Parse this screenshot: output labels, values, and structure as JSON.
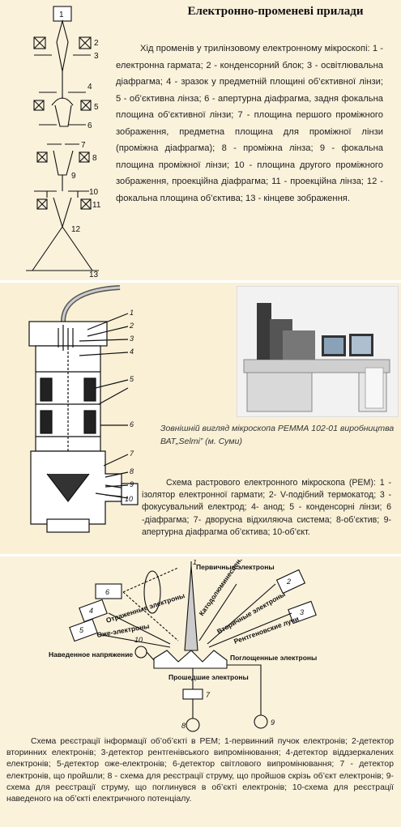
{
  "title": "Електронно-променеві прилади",
  "section1": {
    "text": "Хід променів у трилінзовому електронному мікроскопі: 1 - електронна гармата; 2 - конденсорний блок; 3 - освітлювальна діафрагма; 4 - зразок у предметній площині об’єктивної лінзи; 5 - об’єктивна лінза; 6 - апертурна діафрагма, задня фокальна площина об’єктивної лінзи; 7 - площина першого проміжного зображення, предметна площина для проміжної лінзи (проміжна діафрагма); 8 - проміжна лінза; 9 - фокальна площина проміжної лінзи; 10 - площина другого проміжного зображення, проекційна діафрагма; 11 - проекційна лінза; 12 - фокальна площина об’єктива; 13 - кінцеве зображення.",
    "labels": [
      "1",
      "2",
      "3",
      "4",
      "5",
      "6",
      "7",
      "8",
      "9",
      "10",
      "11",
      "12",
      "13"
    ]
  },
  "section2": {
    "caption": "Зовнішній вигляд мікроскопа РЕММА 102-01 виробництва ВАТ„Selmi” (м. Суми)",
    "text": "Схема растрового електронного мікроскопа (РЕМ): 1 - ізолятор електронної гармати; 2- V-подібний термокатод; 3 - фокусувальний електрод; 4- анод; 5 - конденсорні лінзи; 6 -діафрагма; 7- дворусна відхиляюча система; 8-об’єктив; 9- апертурна діафрагма об’єктива; 10-об’єкт.",
    "labels": [
      "1",
      "2",
      "3",
      "4",
      "5",
      "6",
      "7",
      "8",
      "9",
      "10"
    ]
  },
  "section3": {
    "diagram": {
      "primary": "Первичные электроны",
      "cathodo": "Катодолюминесценция",
      "secondary": "Вторичные электроны",
      "xray": "Рентгеновские лучи",
      "reflected": "Отраженные электроны",
      "auger": "Оже-электроны",
      "induced": "Наведенное напряжение",
      "absorbed": "Поглощенные электроны",
      "passed": "Прошедшие электроны",
      "boxes": [
        "1",
        "2",
        "3",
        "4",
        "5",
        "6",
        "7",
        "8",
        "9",
        "10"
      ]
    },
    "text": "Схема реєстрації інформації об’об’єкті в РЕМ; 1-первинний пучок електронів; 2-детектор вторинних електронів; 3-детектор рентгенівського випромінювання; 4-детектор віддзеркалених електронів; 5-детектор оже-електронів; 6-детектор світлового випромінювання; 7 - детектор електронів, що пройшли; 8 - схема для реєстрації струму, що пройшов скрізь об’єкт електронів; 9-схема для реєстрації струму, що поглинувся в об’єкті електронів; 10-схема для реєстрації наведеного на об’єкті електричного потенціалу."
  }
}
